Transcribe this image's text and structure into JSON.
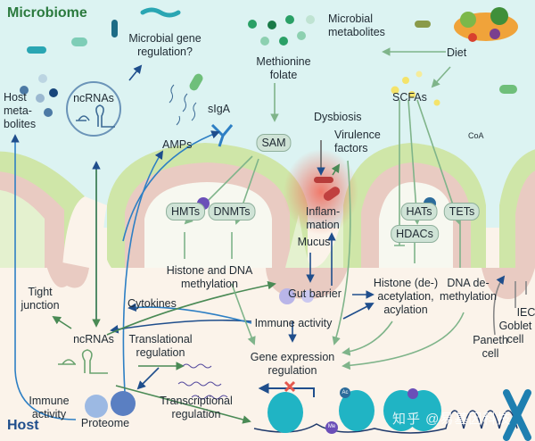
{
  "colors": {
    "lumen": "#dcf3f2",
    "host": "#fbf3ea",
    "mucus": "#cfe6a8",
    "epithelium": "#e9cbc2",
    "nucleosome": "#20b4c4",
    "inflammation": "#f26b5b",
    "title": "#2b7a3e"
  },
  "labels": {
    "microbiome": "Microbiome",
    "host": "Host",
    "microbial_gene_regulation": [
      "Microbial gene",
      "regulation?"
    ],
    "methionine_folate": [
      "Methionine",
      "folate"
    ],
    "microbial_metabolites": [
      "Microbial",
      "metabolites"
    ],
    "diet": "Diet",
    "scfas": "SCFAs",
    "coa": "CoA",
    "host_metabolites": [
      "Host",
      "meta-",
      "bolites"
    ],
    "ncrnas_top": "ncRNAs",
    "amps": "AMPs",
    "siga": "sIgA",
    "sam": "SAM",
    "dysbiosis": "Dysbiosis",
    "virulence_factors": [
      "Virulence",
      "factors"
    ],
    "hmts": "HMTs",
    "dnmts": "DNMTs",
    "inflammation": [
      "Inflam-",
      "mation"
    ],
    "hats": "HATs",
    "tets": "TETs",
    "hdacs": "HDACs",
    "mucus": "Mucus",
    "histone_dna_methylation": [
      "Histone and DNA",
      "methylation"
    ],
    "gut_barrier": "Gut barrier",
    "immune_activity_center": "Immune activity",
    "histone_acetylation": [
      "Histone (de-)",
      "acetylation,",
      "acylation"
    ],
    "dna_demethylation": [
      "DNA de-",
      "methylation"
    ],
    "tight_junction": [
      "Tight",
      "junction"
    ],
    "cytokines": "Cytokines",
    "ncrnas_bottom": "ncRNAs",
    "translational_regulation": [
      "Translational",
      "regulation"
    ],
    "gene_expression_regulation": [
      "Gene expression",
      "regulation"
    ],
    "immune_activity_left": [
      "Immune",
      "activity"
    ],
    "proteome": "Proteome",
    "transcriptional_regulation": [
      "Transcriptional",
      "regulation"
    ],
    "paneth_cell": [
      "Paneth",
      "cell"
    ],
    "goblet_cell": [
      "Goblet",
      "cell"
    ],
    "iec": "IEC",
    "me": "Me",
    "ac": "Ac"
  },
  "watermark": "知乎 @易基因科技"
}
